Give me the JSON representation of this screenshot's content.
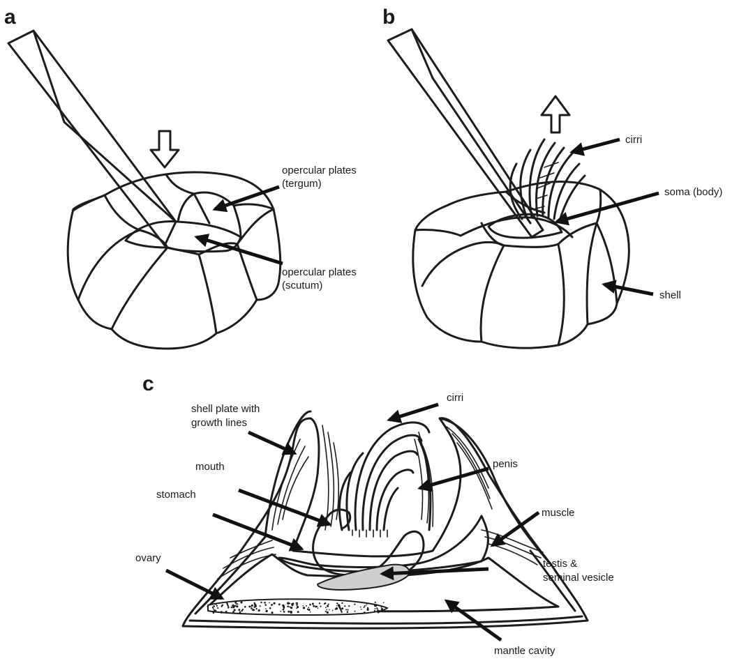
{
  "panels": {
    "a": {
      "letter": "a",
      "labels": {
        "opercular_tergum_line1": "opercular plates",
        "opercular_tergum_line2": "(tergum)",
        "opercular_scutum_line1": "opercular plates",
        "opercular_scutum_line2": "(scutum)"
      }
    },
    "b": {
      "letter": "b",
      "labels": {
        "cirri": "cirri",
        "soma": "soma (body)",
        "shell": "shell"
      }
    },
    "c": {
      "letter": "c",
      "labels": {
        "cirri": "cirri",
        "shell_plate_line1": "shell plate with",
        "shell_plate_line2": "growth lines",
        "mouth": "mouth",
        "stomach": "stomach",
        "penis": "penis",
        "muscle": "muscle",
        "testis_line1": "testis &",
        "testis_line2": "seminal vesicle",
        "ovary": "ovary",
        "mantle_cavity": "mantle cavity"
      }
    }
  },
  "colors": {
    "ink": "#1c1c1c",
    "shading": "#cfcfcf"
  }
}
